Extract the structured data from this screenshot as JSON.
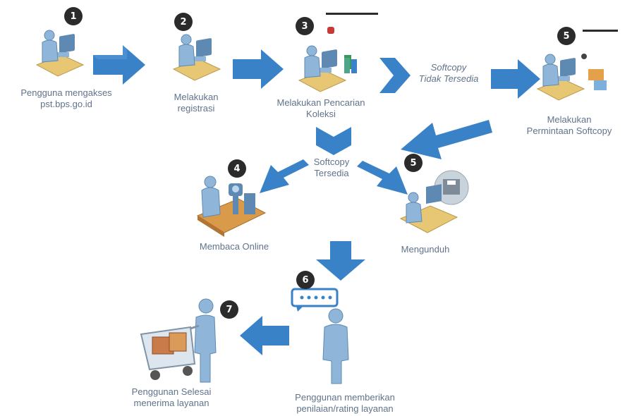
{
  "colors": {
    "arrow": "#3a82c8",
    "arrow_dark": "#2b6aa8",
    "figure": "#8fb6d8",
    "figure_dark": "#5d89b3",
    "desk": "#e7c774",
    "badge": "#2b2b2b"
  },
  "steps": [
    {
      "num": "1",
      "line1": "Pengguna mengakses",
      "line2": "pst.bps.go.id"
    },
    {
      "num": "2",
      "line1": "Melakukan",
      "line2": "registrasi"
    },
    {
      "num": "3",
      "line1": "Melakukan Pencarian",
      "line2": "Koleksi"
    },
    {
      "num": "5",
      "line1": "Melakukan",
      "line2": "Permintaan Softcopy"
    },
    {
      "num": "4",
      "line1": "Membaca Online",
      "line2": ""
    },
    {
      "num": "5",
      "line1": "Mengunduh",
      "line2": ""
    },
    {
      "num": "6",
      "line1": "Penggunan memberikan",
      "line2": "penilaian/rating layanan"
    },
    {
      "num": "7",
      "line1": "Penggunan Selesai",
      "line2": "menerima layanan"
    }
  ],
  "branches": {
    "not_available": {
      "line1": "Softcopy",
      "line2": "Tidak Tersedia"
    },
    "available": {
      "line1": "Softcopy",
      "line2": "Tersedia"
    }
  },
  "icons": [
    "user-at-computer-icon",
    "shopping-cart-icon",
    "rating-bubble-icon",
    "download-icon",
    "standing-user-icon"
  ]
}
